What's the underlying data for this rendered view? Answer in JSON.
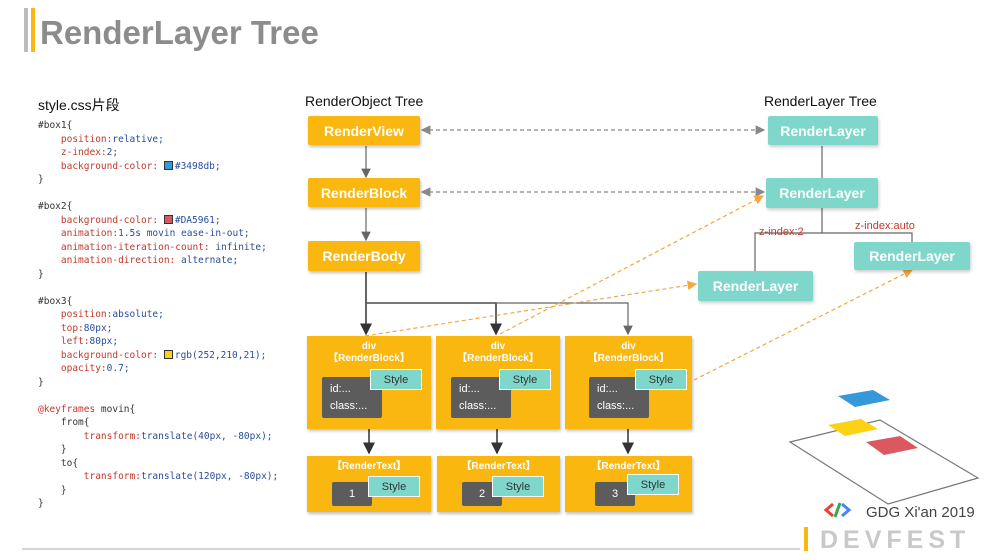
{
  "slide": {
    "title": "RenderLayer Tree"
  },
  "code": {
    "title": "style.css片段",
    "box1": {
      "selector": "#box1{",
      "position_prop": "position:",
      "position_val": "relative;",
      "zindex_prop": "z-index:",
      "zindex_val": "2;",
      "bg_prop": "background-color: ",
      "bg_val": "#3498db;",
      "bg_color": "#3498db",
      "close": "}"
    },
    "box2": {
      "selector": "#box2{",
      "bg_prop": "background-color: ",
      "bg_val": "#DA5961;",
      "bg_color": "#DA5961",
      "anim_prop": "animation:",
      "anim_val": "1.5s movin ease-in-out;",
      "iter_prop": "animation-iteration-count: ",
      "iter_val": "infinite;",
      "dir_prop": "animation-direction: ",
      "dir_val": "alternate;",
      "close": "}"
    },
    "box3": {
      "selector": "#box3{",
      "position_prop": "position:",
      "position_val": "absolute;",
      "top_prop": "top:",
      "top_val": "80px;",
      "left_prop": "left:",
      "left_val": "80px;",
      "bg_prop": "background-color: ",
      "bg_val": "rgb(252,210,21);",
      "bg_color": "#fcd215",
      "opacity_prop": "opacity:",
      "opacity_val": "0.7;",
      "close": "}"
    },
    "keyframes": {
      "at": "@keyframes",
      "name": " movin{",
      "from": "from{",
      "from_prop": "transform:",
      "from_val": "translate(40px, -80px);",
      "from_close": "}",
      "to": "to{",
      "to_prop": "transform:",
      "to_val": "translate(120px, -80px);",
      "to_close": "}",
      "close": "}"
    }
  },
  "object_tree": {
    "heading": "RenderObject Tree",
    "view": "RenderView",
    "block": "RenderBlock",
    "body": "RenderBody",
    "divs": [
      {
        "tag": "div",
        "label": "【RenderBlock】",
        "id": "id:...",
        "class": "class:...",
        "style": "Style",
        "text_label": "【RenderText】",
        "text_num": "1",
        "text_style": "Style"
      },
      {
        "tag": "div",
        "label": "【RenderBlock】",
        "id": "id:...",
        "class": "class:...",
        "style": "Style",
        "text_label": "【RenderText】",
        "text_num": "2",
        "text_style": "Style"
      },
      {
        "tag": "div",
        "label": "【RenderBlock】",
        "id": "id:...",
        "class": "class:...",
        "style": "Style",
        "text_label": "【RenderText】",
        "text_num": "3",
        "text_style": "Style"
      }
    ]
  },
  "layer_tree": {
    "heading": "RenderLayer Tree",
    "layer_root": "RenderLayer",
    "layer_block": "RenderLayer",
    "layer_z2": "RenderLayer",
    "layer_auto": "RenderLayer",
    "z2_label": "z-index:2",
    "auto_label": "z-index:auto"
  },
  "logo": {
    "gdg": "GDG Xi'an 2019",
    "devfest": "DEVFEST"
  },
  "colors": {
    "object_node": "#f9b70f",
    "layer_node": "#7fd7cc",
    "inner_box": "#5c5c5c",
    "accent_title_bar": "#f9b70f"
  }
}
